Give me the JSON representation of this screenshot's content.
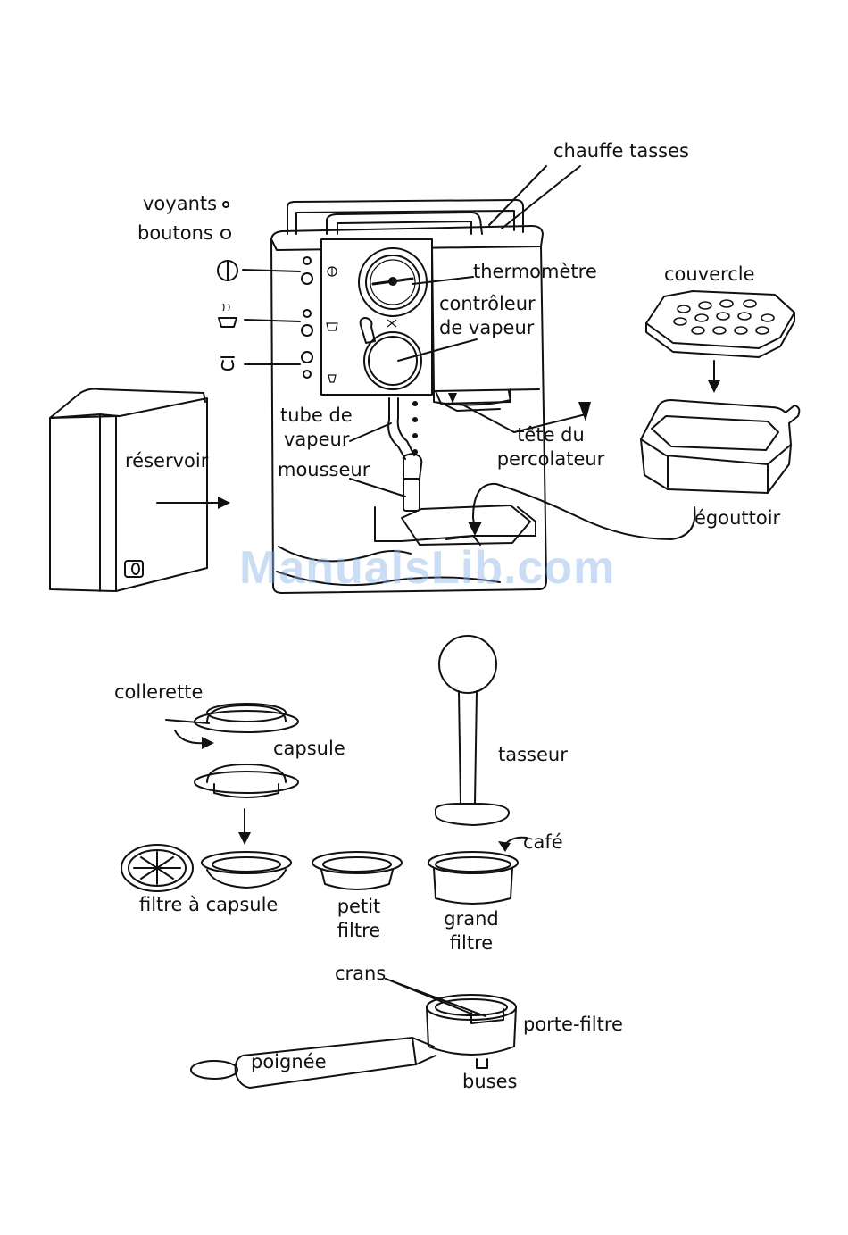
{
  "labels": {
    "chauffe_tasses": "chauffe tasses",
    "voyants": "voyants",
    "boutons": "boutons",
    "thermometre": "thermomètre",
    "controleur_line1": "contrôleur",
    "controleur_line2": "de vapeur",
    "couvercle": "couvercle",
    "tube_line1": "tube de",
    "tube_line2": "vapeur",
    "tete_line1": "tête du",
    "tete_line2": "percolateur",
    "reservoir": "réservoir",
    "mousseur": "mousseur",
    "egouttoir": "égouttoir",
    "collerette": "collerette",
    "capsule": "capsule",
    "tasseur": "tasseur",
    "cafe": "café",
    "filtre_capsule": "filtre à capsule",
    "petit_line1": "petit",
    "petit_line2": "filtre",
    "grand_line1": "grand",
    "grand_line2": "filtre",
    "crans": "crans",
    "porte_filtre": "porte-filtre",
    "poignee": "poignée",
    "buses": "buses"
  },
  "watermark": "ManualsLib.com",
  "colors": {
    "line": "#111111",
    "watermark": "#8cb4e6"
  }
}
